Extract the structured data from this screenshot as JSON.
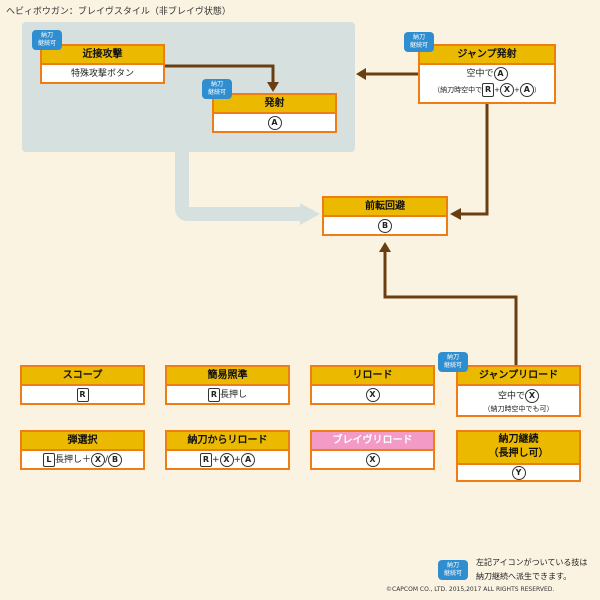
{
  "title": "ヘビィボウガン：ブレイヴスタイル（非ブレイヴ状態）",
  "badge": {
    "line1": "納刀",
    "line2": "継続可"
  },
  "boxes": {
    "melee": {
      "header": "近接攻撃",
      "body": "特殊攻撃ボタン"
    },
    "fire": {
      "header": "発射",
      "button": "A"
    },
    "jump_fire": {
      "header": "ジャンプ発射",
      "line1": "空中で",
      "btn1": "A",
      "line2a": "（納刀時空中で",
      "btnR": "R",
      "plus": "+",
      "btnX": "X",
      "btnA": "A",
      "line2b": "）"
    },
    "roll": {
      "header": "前転回避",
      "button": "B"
    },
    "jump_reload": {
      "header": "ジャンプリロード",
      "line1": "空中で",
      "btn": "X",
      "line2": "（納刀時空中でも可）"
    },
    "scope": {
      "header": "スコープ",
      "button": "R"
    },
    "easy_aim": {
      "header": "簡易照準",
      "button": "R",
      "suffix": "長押し"
    },
    "reload": {
      "header": "リロード",
      "button": "X"
    },
    "ammo": {
      "header": "弾選択",
      "btnL": "L",
      "mid": "長押し＋",
      "btnX": "X",
      "slash": "/",
      "btnB": "B"
    },
    "sheathe_reload": {
      "header": "納刀からリロード",
      "btnR": "R",
      "plus1": "+",
      "btnX": "X",
      "plus2": "+",
      "btnA": "A"
    },
    "brave_reload": {
      "header": "ブレイヴリロード",
      "button": "X"
    },
    "sheathe_cont": {
      "header1": "納刀継続",
      "header2": "（長押し可）",
      "button": "Y"
    }
  },
  "legend": {
    "line1": "左記アイコンがついている技は",
    "line2": "納刀継続へ派生できます。"
  },
  "copyright": "©CAPCOM CO., LTD. 2015,2017 ALL RIGHTS RESERVED.",
  "colors": {
    "header": "#eab900",
    "border": "#ee7d16",
    "pink": "#f39ac7",
    "arrow": "#6b3e12",
    "badge": "#2f8ed0",
    "area": "#d6e1df"
  }
}
